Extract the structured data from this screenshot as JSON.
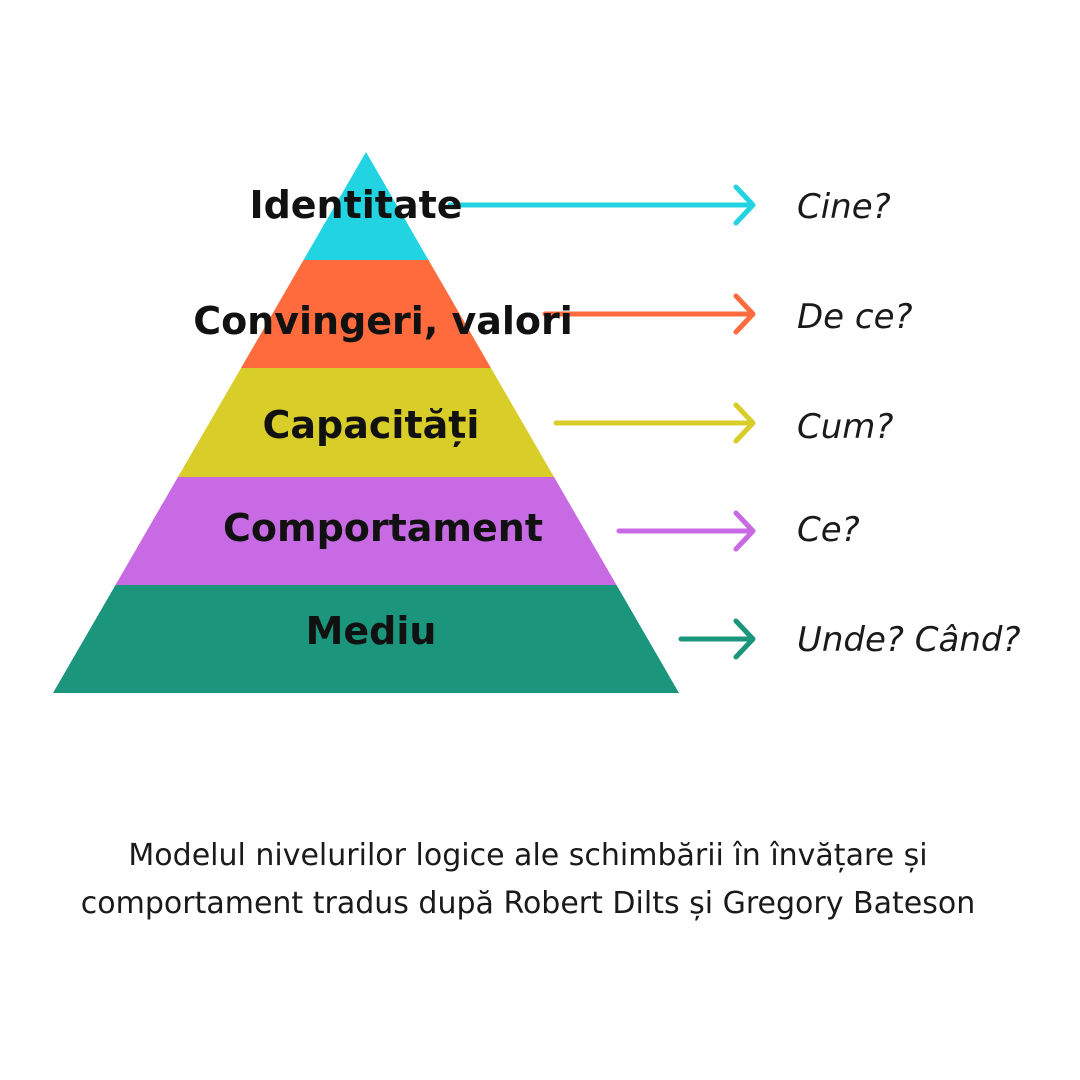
{
  "levels": [
    {
      "label": "Identitate",
      "question": "Cine?",
      "color": "#22d4e2"
    },
    {
      "label": "Convingeri, valori",
      "question": "De ce?",
      "color": "#ff6b3c"
    },
    {
      "label": "Capacități",
      "question": "Cum?",
      "color": "#d9cd2a"
    },
    {
      "label": "Comportament",
      "question": "Ce?",
      "color": "#c76ae4"
    },
    {
      "label": "Mediu",
      "question": "Unde? Când?",
      "color": "#1b957c"
    }
  ],
  "caption": {
    "line1": "Modelul nivelurilor logice ale schimbării în învățare și",
    "line2": "comportament tradus după Robert Dilts și Gregory Bateson"
  }
}
